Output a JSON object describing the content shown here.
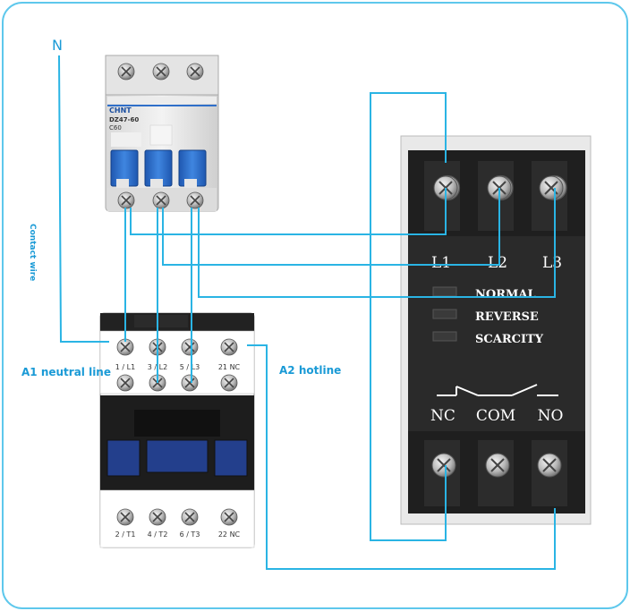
{
  "labels": {
    "n": "N",
    "contact_wire": "Contact wire",
    "a1_neutral": "A1 neutral line",
    "a2_hotline": "A2 hotline"
  },
  "breaker": {
    "brand": "CHNT",
    "model": "DZ47-60",
    "rating": "C60"
  },
  "contactor": {
    "top_terminals": [
      "1 / L1",
      "3 / L2",
      "5 / L3",
      "21 NC"
    ],
    "bottom_terminals": [
      "2 / T1",
      "4 / T2",
      "6 / T3",
      "22 NC"
    ]
  },
  "relay": {
    "inputs": [
      "L1",
      "L2",
      "L3"
    ],
    "indicators": [
      "NORMAL",
      "REVERSE",
      "SCARCITY"
    ],
    "outputs": [
      "NC",
      "COM",
      "NO"
    ]
  },
  "colors": {
    "wire": "#2ab4e4",
    "label": "#1a9ad6",
    "border": "#5ec8ec",
    "relay_body": "#2a2a2a",
    "breaker_handle": "#2f6fc9"
  }
}
